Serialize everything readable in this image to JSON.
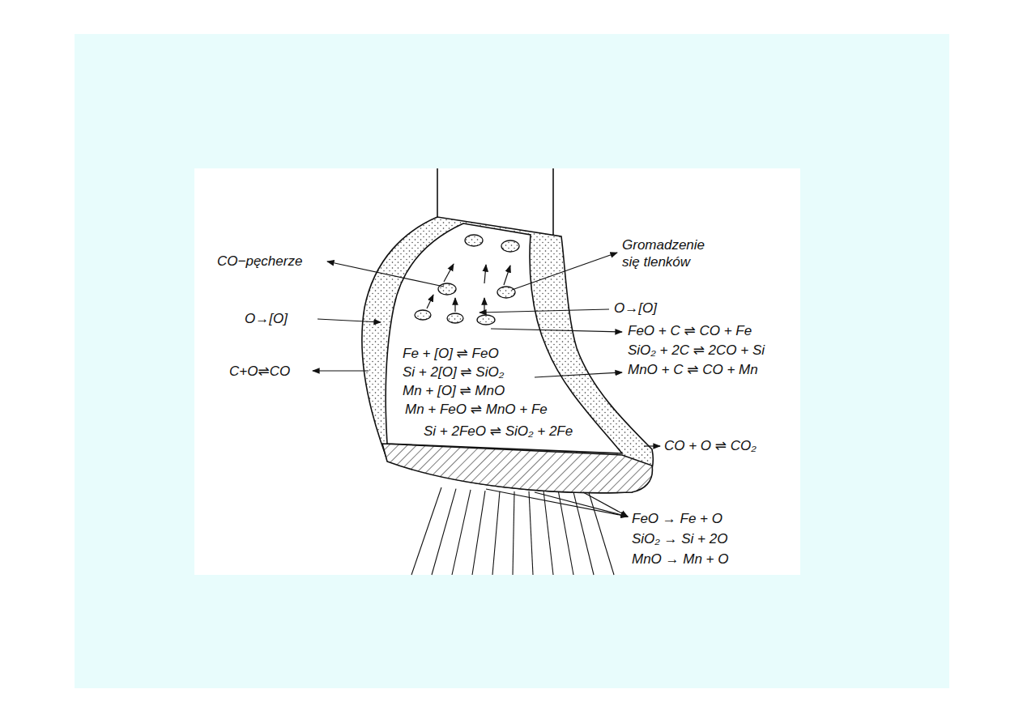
{
  "diagram": {
    "labels": [
      "CO−pęcherze",
      "Gromadzenie się tlenków",
      "O→[O]",
      "O→[O]",
      "C+O⇌CO",
      "FeO + C ⇌ CO + Fe",
      "SiO₂ + 2C ⇌ 2CO + Si",
      "MnO + C ⇌ CO + Mn",
      "Fe + [O] ⇌ FeO",
      "Si + 2[O] ⇌ SiO₂",
      "Mn + [O] ⇌ MnO",
      "Mn + FeO ⇌ MnO + Fe",
      "Si + 2FeO ⇌ SiO₂ + 2Fe",
      "CO + O ⇌ CO₂",
      "FeO → Fe + O",
      "SiO₂ → Si + 2O",
      "MnO → Mn + O"
    ]
  }
}
